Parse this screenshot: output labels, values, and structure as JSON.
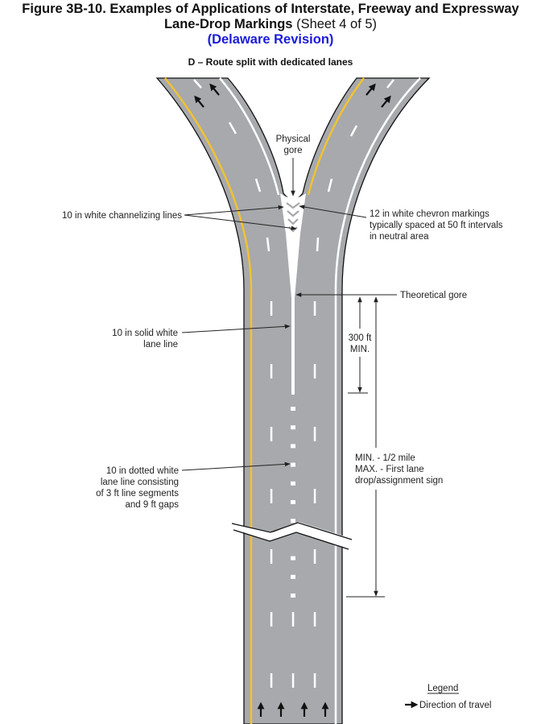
{
  "title": {
    "line1": "Figure 3B-10.  Examples of Applications of Interstate, Freeway and Expressway",
    "line2_bold": "Lane-Drop Markings",
    "line2_rest": " (Sheet 4 of 5)",
    "revision": "(Delaware Revision)",
    "subtitle": "D – Route split with dedicated lanes"
  },
  "colors": {
    "road": "#a7a9ac",
    "yellow": "#f2c230",
    "white": "#ffffff",
    "revision": "#1a1adc"
  },
  "labels": {
    "physical_gore": [
      "Physical",
      "gore"
    ],
    "channelizing": "10 in white channelizing lines",
    "chevron": [
      "12 in white chevron markings",
      "typically spaced at 50 ft intervals",
      "in neutral area"
    ],
    "theoretical_gore": "Theoretical gore",
    "solid_line": [
      "10 in solid white",
      "lane line"
    ],
    "min300": [
      "300 ft",
      "MIN."
    ],
    "dotted_line": [
      "10 in dotted white",
      "lane line consisting",
      "of 3 ft line segments",
      "and 9 ft gaps"
    ],
    "distance": [
      "MIN. - 1/2 mile",
      "MAX. - First lane",
      "drop/assignment sign"
    ]
  },
  "legend": {
    "title": "Legend",
    "direction": "Direction of travel"
  }
}
